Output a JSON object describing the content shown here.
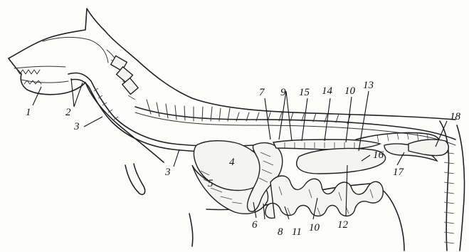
{
  "labels": {
    "l1": "1",
    "l2": "2",
    "l3a": "3",
    "l3b": "3",
    "l4": "4",
    "l5": "5",
    "l6": "6",
    "l7": "7",
    "l8": "8",
    "l9": "9",
    "l10a": "10",
    "l10b": "10",
    "l11": "11",
    "l12": "12",
    "l13": "13",
    "l14": "14",
    "l15": "15",
    "l16": "16",
    "l17": "17",
    "l18": "18"
  }
}
